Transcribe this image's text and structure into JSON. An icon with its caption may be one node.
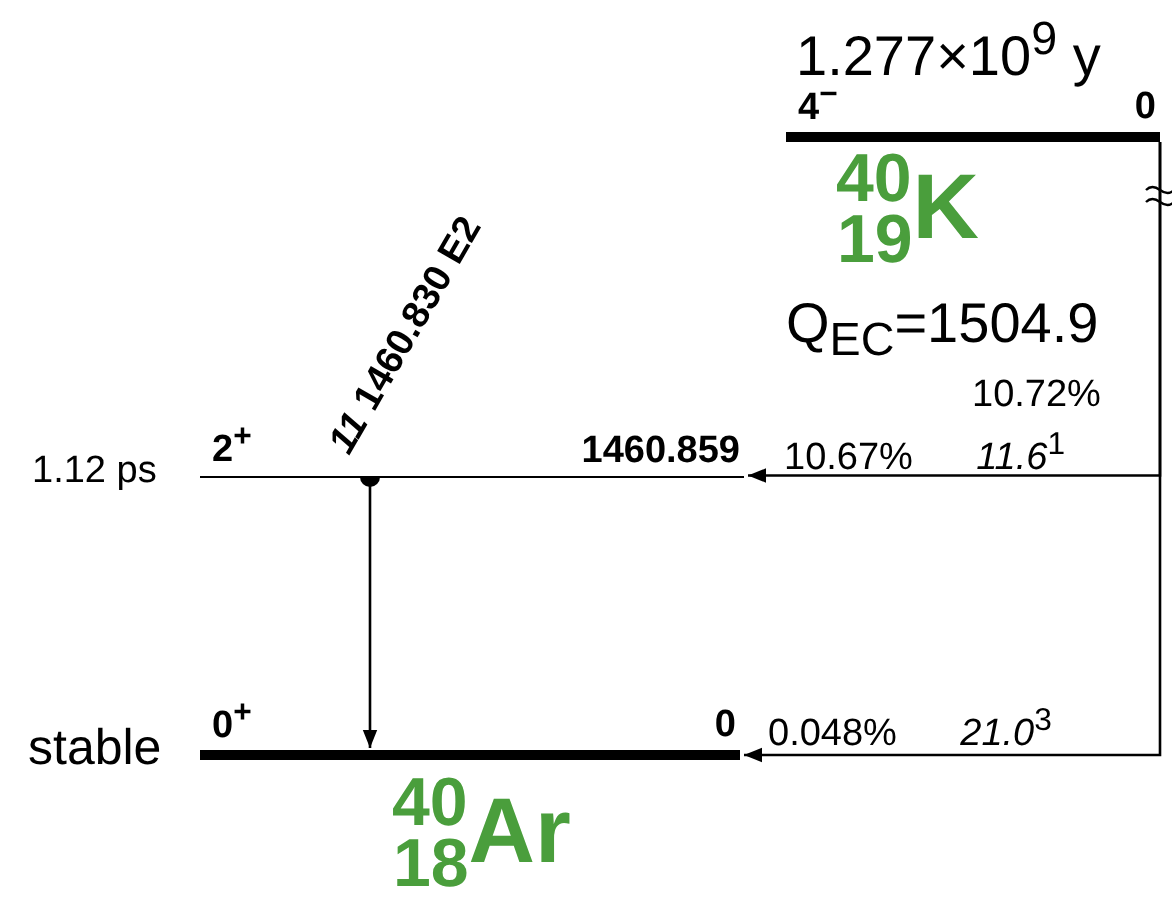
{
  "diagram": {
    "nodes": [
      {
        "text": [
          "4$^{−}$",
          "0"
        ],
        "beside": [
          "1.277×10$^{9}$ y"
        ]
      },
      {
        "text": [
          "2$^{+}$",
          "1460.859"
        ],
        "beside": [
          "1.12 ps"
        ]
      },
      {
        "text": [
          "0$^{+}$",
          "0"
        ],
        "beside": [
          "stable"
        ]
      }
    ],
    "edges": [
      {
        "from": 1,
        "to": 2,
        "arrow": "to",
        "label": "*11* 1460.830 E2"
      },
      {
        "from": 0,
        "to": 1,
        "arrow": "to",
        "label": "10.67%      *11.6*$^{1}$"
      },
      {
        "from": 0,
        "to": 2,
        "arrow": "to",
        "label": "0.048%      *21.0*$^{3}$"
      }
    ],
    "labels": [
      "$^{40}$$_{19}$K",
      "Q$_{EC}$=1504.9",
      "10.72%",
      "$^{40}$$_{18}$Ar"
    ]
  }
}
